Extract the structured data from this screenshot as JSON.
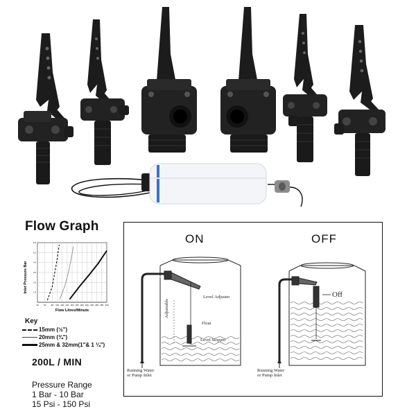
{
  "flow_graph": {
    "title": "Flow Graph",
    "chart_data": {
      "type": "line",
      "xlabel": "Flow Litres/Minute",
      "ylabel": "Inlet Pressure Bar",
      "x_ticks": [
        "20",
        "50",
        "80",
        "100",
        "120",
        "140",
        "160",
        "180",
        "200",
        "220",
        "240",
        "260",
        "280",
        "300"
      ],
      "y_ticks": [
        "1.0",
        "2.0",
        "3.0",
        "4.0",
        "5.0",
        "6.0"
      ],
      "grid": true,
      "series": [
        {
          "name": "15mm (½\")",
          "style": "dashed",
          "color": "#111111",
          "points": [
            [
              60,
              0.2
            ],
            [
              80,
              1.6
            ],
            [
              90,
              3.0
            ],
            [
              100,
              4.4
            ],
            [
              108,
              5.8
            ]
          ]
        },
        {
          "name": "20mm (¾\")",
          "style": "solid-thin",
          "color": "#9a9a9a",
          "points": [
            [
              110,
              0.3
            ],
            [
              130,
              1.6
            ],
            [
              145,
              3.0
            ],
            [
              155,
              4.2
            ],
            [
              165,
              5.6
            ]
          ]
        },
        {
          "name": "25mm & 32mm(1\"& 1 ¼\")",
          "style": "solid-thick",
          "color": "#111111",
          "points": [
            [
              150,
              0.3
            ],
            [
              190,
              1.6
            ],
            [
              230,
              2.8
            ],
            [
              265,
              3.9
            ],
            [
              300,
              5.2
            ]
          ]
        }
      ]
    },
    "key": {
      "title": "Key",
      "items": [
        {
          "label": "15mm (½\")",
          "style": "dashed"
        },
        {
          "label": "20mm (¾\")",
          "style": "solid-thin"
        },
        {
          "label": "25mm & 32mm(1\"& 1 ¼\")",
          "style": "solid-thick"
        }
      ]
    },
    "rate": "200L / MIN",
    "pressure": {
      "title": "Pressure Range",
      "lines": [
        "1 Bar - 10 Bar",
        "15 Psi - 150 Psi"
      ]
    }
  },
  "diagram": {
    "on": {
      "heading": "ON",
      "labels": {
        "level_adjuster": "Level Adjuster",
        "adjustable": "Adjustable",
        "float": "Float",
        "level_stopper": "Level Stopper",
        "inlet": "Running Water\nor Pump Inlet"
      }
    },
    "off": {
      "heading": "OFF",
      "labels": {
        "off": "Off",
        "inlet": "Running Water\nor Pump Inlet"
      }
    }
  },
  "colors": {
    "valve_body": "#1c1c1c",
    "float_body": "#f3f5f8",
    "float_band": "#3b73c8",
    "frame": "#111111"
  }
}
